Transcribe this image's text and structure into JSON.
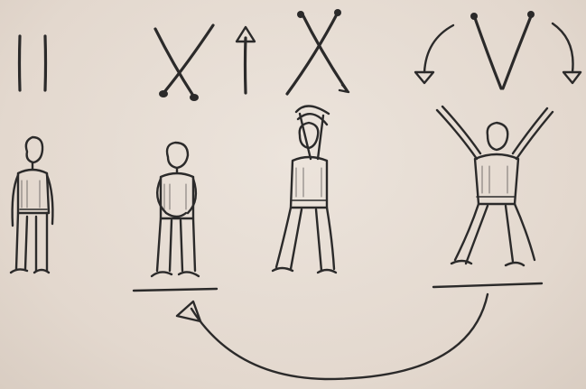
{
  "figures": [
    {
      "pose": "standing-arms-at-sides",
      "symbol": "parallel-lines"
    },
    {
      "pose": "standing-hands-behind-back",
      "symbol": "crossed-lines-down-with-up-arrow"
    },
    {
      "pose": "arms-crossed-overhead",
      "symbol": "crossed-lines-up"
    },
    {
      "pose": "arms-raised-v",
      "symbol": "v-shape-with-curved-arrows"
    }
  ],
  "colors": {
    "paper": "#e6dcd3",
    "ink": "#2b2a2a"
  }
}
